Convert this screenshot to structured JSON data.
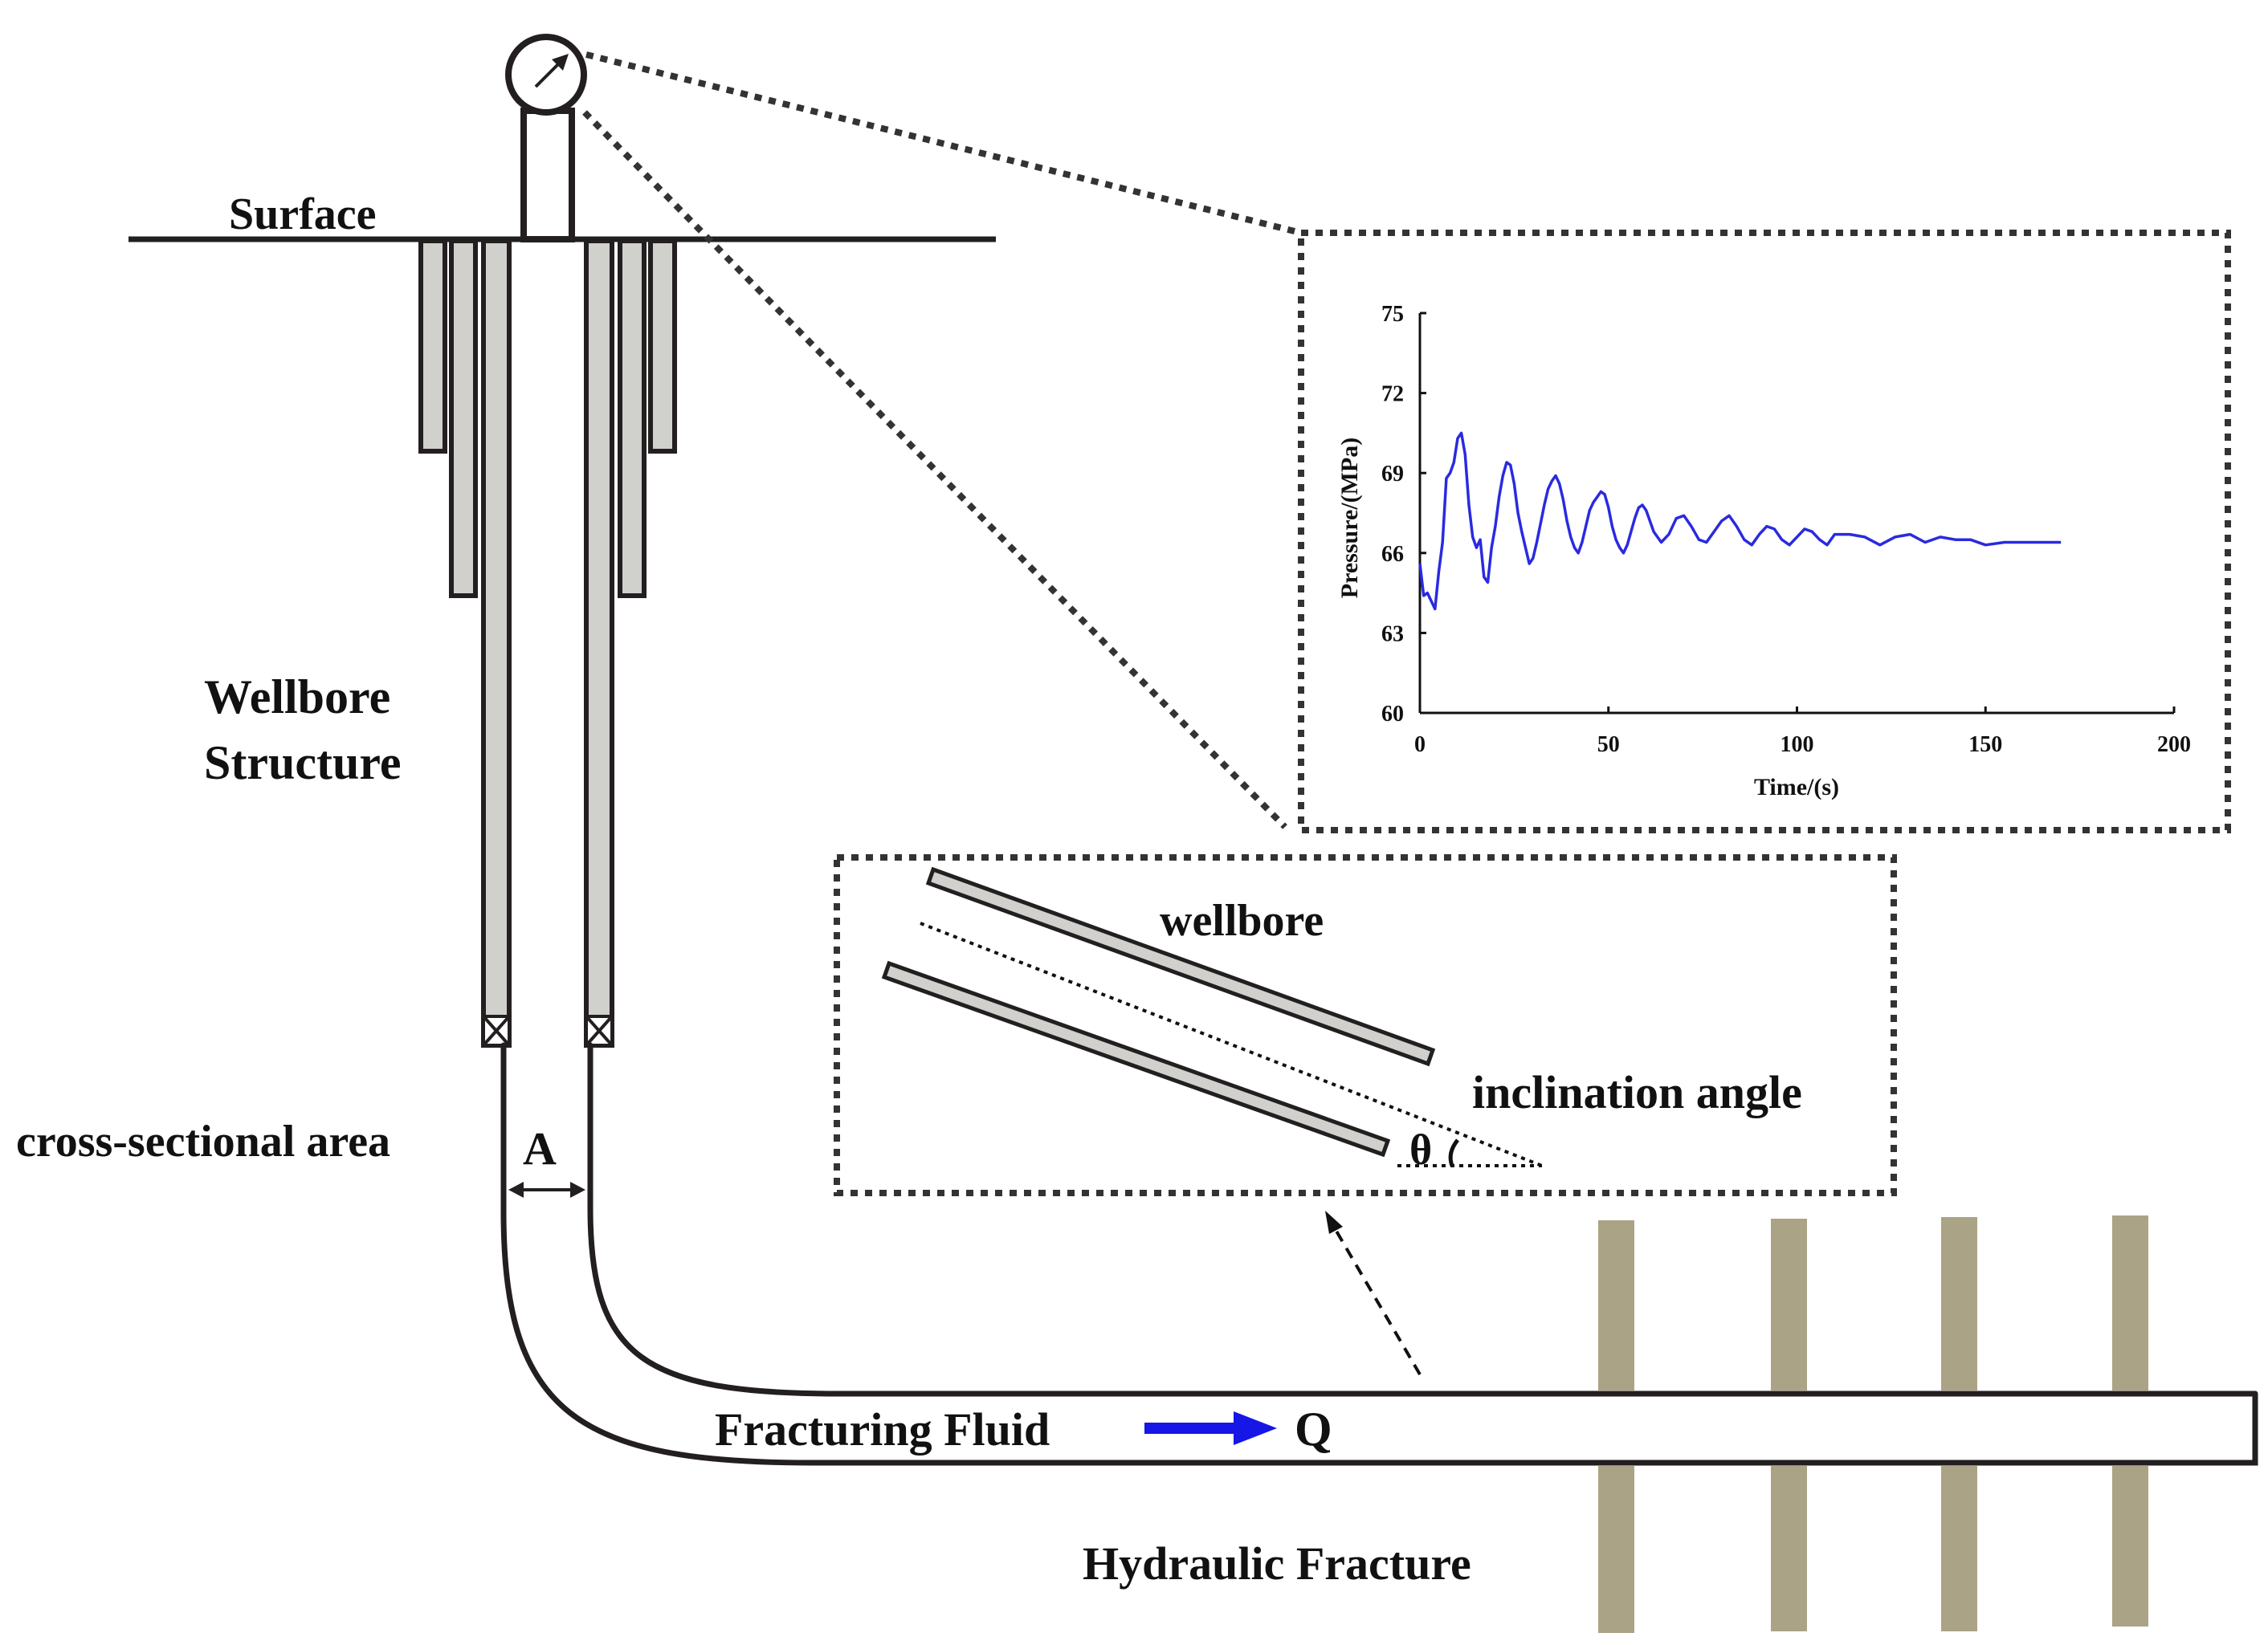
{
  "labels": {
    "surface": "Surface",
    "wellbore_structure_line1": "Wellbore",
    "wellbore_structure_line2": "Structure",
    "cross_sectional_area": "cross-sectional area",
    "area_symbol": "A",
    "fracturing_fluid": "Fracturing Fluid",
    "flow_symbol": "Q",
    "hydraulic_fracture": "Hydraulic Fracture",
    "inset_wellbore": "wellbore",
    "inclination_angle": "inclination angle",
    "theta": "θ"
  },
  "colors": {
    "line": "#231f20",
    "casing_fill": "#d0d0cc",
    "fracture": "#aba385",
    "flow_arrow": "#1616e6",
    "curve": "#2a2ae0",
    "dotted": "#333333"
  },
  "chart_data": {
    "type": "line",
    "xlabel": "Time/(s)",
    "ylabel": "Pressure/(MPa)",
    "xlim": [
      0,
      200
    ],
    "ylim": [
      60,
      75
    ],
    "xticks": [
      0,
      50,
      100,
      150,
      200
    ],
    "yticks": [
      60,
      63,
      66,
      69,
      72,
      75
    ],
    "grid": false,
    "series": [
      {
        "x": [
          0,
          1,
          2,
          3,
          4,
          5,
          6,
          7,
          8,
          9,
          10,
          11,
          12,
          13,
          14,
          15,
          16,
          17,
          18,
          19,
          20,
          21,
          22,
          23,
          24,
          25,
          26,
          27,
          28,
          29,
          30,
          31,
          32,
          33,
          34,
          35,
          36,
          37,
          38,
          39,
          40,
          41,
          42,
          43,
          44,
          45,
          46,
          47,
          48,
          49,
          50,
          51,
          52,
          53,
          54,
          55,
          56,
          57,
          58,
          59,
          60,
          62,
          64,
          66,
          68,
          70,
          72,
          74,
          76,
          78,
          80,
          82,
          84,
          86,
          88,
          90,
          92,
          94,
          96,
          98,
          100,
          102,
          104,
          106,
          108,
          110,
          114,
          118,
          122,
          126,
          130,
          134,
          138,
          142,
          146,
          150,
          155,
          160,
          165,
          170
        ],
        "y": [
          65.6,
          64.4,
          64.5,
          64.2,
          63.9,
          65.3,
          66.4,
          68.8,
          69.0,
          69.4,
          70.3,
          70.5,
          69.7,
          67.8,
          66.6,
          66.2,
          66.5,
          65.1,
          64.9,
          66.2,
          67.0,
          68.1,
          68.9,
          69.4,
          69.3,
          68.6,
          67.5,
          66.8,
          66.2,
          65.6,
          65.8,
          66.4,
          67.1,
          67.8,
          68.4,
          68.7,
          68.9,
          68.6,
          68.0,
          67.2,
          66.6,
          66.2,
          66.0,
          66.4,
          67.0,
          67.6,
          67.9,
          68.1,
          68.3,
          68.2,
          67.7,
          67.0,
          66.5,
          66.2,
          66.0,
          66.3,
          66.8,
          67.3,
          67.7,
          67.8,
          67.6,
          66.8,
          66.4,
          66.7,
          67.3,
          67.4,
          67.0,
          66.5,
          66.4,
          66.8,
          67.2,
          67.4,
          67.0,
          66.5,
          66.3,
          66.7,
          67.0,
          66.9,
          66.5,
          66.3,
          66.6,
          66.9,
          66.8,
          66.5,
          66.3,
          66.7,
          66.7,
          66.6,
          66.3,
          66.6,
          66.7,
          66.4,
          66.6,
          66.5,
          66.5,
          66.3,
          66.4,
          66.4,
          66.4,
          66.4
        ]
      }
    ]
  }
}
